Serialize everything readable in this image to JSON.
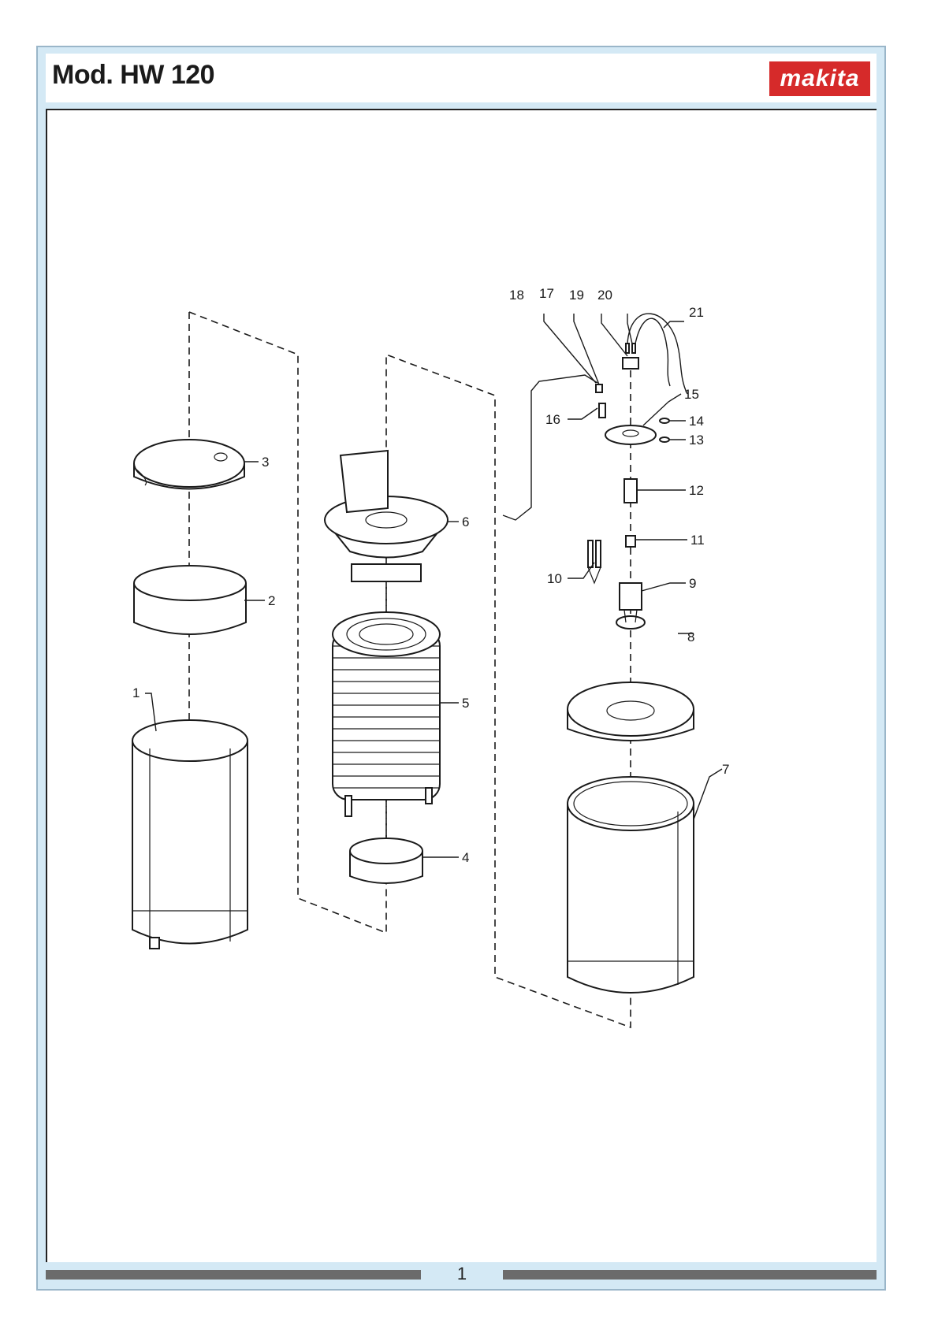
{
  "header": {
    "title": "Mod. HW 120",
    "logo_text": "makita"
  },
  "footer": {
    "page_number": "1"
  },
  "callouts": [
    "1",
    "2",
    "3",
    "4",
    "5",
    "6",
    "7",
    "8",
    "9",
    "10",
    "11",
    "12",
    "13",
    "14",
    "15",
    "16",
    "17",
    "18",
    "19",
    "20",
    "21"
  ],
  "colors": {
    "frame_bg": "#d4e9f5",
    "logo_red": "#d62a2a",
    "footer_bar": "#6b6b6b"
  }
}
